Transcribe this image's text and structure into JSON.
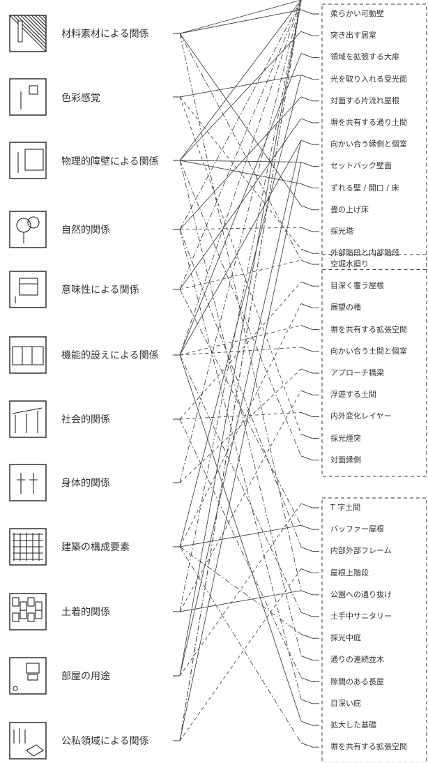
{
  "left_items": [
    {
      "label": "材料素材による関係"
    },
    {
      "label": "色彩感覚"
    },
    {
      "label": "物理的障壁による関係"
    },
    {
      "label": "自然的関係"
    },
    {
      "label": "意味性による関係"
    },
    {
      "label": "機能的設えによる関係"
    },
    {
      "label": "社会的関係"
    },
    {
      "label": "身体的関係"
    },
    {
      "label": "建築の構成要素"
    },
    {
      "label": "土着的関係"
    },
    {
      "label": "部屋の用途"
    },
    {
      "label": "公私領域による関係"
    }
  ],
  "right_groups": [
    {
      "items": [
        "柔らかい可動壁",
        "突き出す居室",
        "領域を拡張する大扉",
        "光を取り入れる受光面",
        "対面する片流れ屋根",
        "塀を共有する通り土間",
        "向かい合う縁側と個室",
        "セットバック壁面",
        "ずれる壁 / 開口 / 床",
        "畳の上げ床",
        "採光塔",
        "外部階段と内部階段"
      ]
    },
    {
      "items": [
        "空堀水廻り",
        "目深く覆う屋根",
        "展望の櫓",
        "塀を共有する拡張空間",
        "向かい合う土間と個室",
        "アプローチ橋梁",
        "浮遊する土間",
        "内外変化レイヤー",
        "採光煙突",
        "対面縁側"
      ]
    },
    {
      "items": [
        "T 字土間",
        "バッファー屋根",
        "内部外部フレーム",
        "屋根上階段",
        "公園への通り抜け",
        "土手中サニタリー",
        "採光中庭",
        "通りの連続並木",
        "隙間のある長屋",
        "目深い庇",
        "拡大した基礎",
        "塀を共有する拡張空間"
      ]
    }
  ],
  "connections": [
    {
      "from": 0,
      "to": 0,
      "style": "solid"
    },
    {
      "from": 0,
      "to": 9,
      "style": "solid"
    },
    {
      "from": 0,
      "to": 12,
      "style": "dashdot"
    },
    {
      "from": 0,
      "to": 26,
      "style": "dashdot"
    },
    {
      "from": 0,
      "to": 40,
      "style": "solid"
    },
    {
      "from": 1,
      "to": 3,
      "style": "solid"
    },
    {
      "from": 1,
      "to": 11,
      "style": "dashed"
    },
    {
      "from": 1,
      "to": 20,
      "style": "dashed"
    },
    {
      "from": 2,
      "to": 1,
      "style": "solid"
    },
    {
      "from": 2,
      "to": 8,
      "style": "solid"
    },
    {
      "from": 2,
      "to": 7,
      "style": "solid"
    },
    {
      "from": 2,
      "to": 21,
      "style": "dashdot"
    },
    {
      "from": 2,
      "to": 29,
      "style": "dashdot"
    },
    {
      "from": 2,
      "to": 43,
      "style": "solid"
    },
    {
      "from": 3,
      "to": 4,
      "style": "solid"
    },
    {
      "from": 3,
      "to": 10,
      "style": "dashed"
    },
    {
      "from": 3,
      "to": 24,
      "style": "dashdot"
    },
    {
      "from": 3,
      "to": 31,
      "style": "dashdot"
    },
    {
      "from": 3,
      "to": 37,
      "style": "dashdot"
    },
    {
      "from": 4,
      "to": 12,
      "style": "dashed"
    },
    {
      "from": 4,
      "to": 5,
      "style": "solid"
    },
    {
      "from": 4,
      "to": 23,
      "style": "dashdot"
    },
    {
      "from": 4,
      "to": 36,
      "style": "dashdot"
    },
    {
      "from": 5,
      "to": 2,
      "style": "solid"
    },
    {
      "from": 5,
      "to": 6,
      "style": "solid"
    },
    {
      "from": 5,
      "to": 15,
      "style": "dashed"
    },
    {
      "from": 5,
      "to": 16,
      "style": "dashed"
    },
    {
      "from": 5,
      "to": 27,
      "style": "dashdot"
    },
    {
      "from": 5,
      "to": 32,
      "style": "solid"
    },
    {
      "from": 5,
      "to": 38,
      "style": "dashdot"
    },
    {
      "from": 6,
      "to": 13,
      "style": "dashed"
    },
    {
      "from": 6,
      "to": 19,
      "style": "dashed"
    },
    {
      "from": 6,
      "to": 30,
      "style": "dashdot"
    },
    {
      "from": 7,
      "to": 17,
      "style": "dashed"
    },
    {
      "from": 7,
      "to": 35,
      "style": "dashdot"
    },
    {
      "from": 8,
      "to": 3,
      "style": "solid"
    },
    {
      "from": 8,
      "to": 14,
      "style": "dashed"
    },
    {
      "from": 8,
      "to": 23,
      "style": "solid"
    },
    {
      "from": 8,
      "to": 28,
      "style": "dashdot"
    },
    {
      "from": 8,
      "to": 33,
      "style": "dashdot"
    },
    {
      "from": 9,
      "to": 26,
      "style": "solid"
    },
    {
      "from": 9,
      "to": 18,
      "style": "dashed"
    },
    {
      "from": 9,
      "to": 39,
      "style": "dashdot"
    },
    {
      "from": 10,
      "to": 6,
      "style": "solid"
    },
    {
      "from": 10,
      "to": 34,
      "style": "solid"
    },
    {
      "from": 10,
      "to": 22,
      "style": "dashed"
    },
    {
      "from": 11,
      "to": 7,
      "style": "solid"
    },
    {
      "from": 11,
      "to": 25,
      "style": "dashed"
    },
    {
      "from": 11,
      "to": 40,
      "style": "dashdot"
    },
    {
      "from": 11,
      "to": 41,
      "style": "dashdot"
    }
  ]
}
